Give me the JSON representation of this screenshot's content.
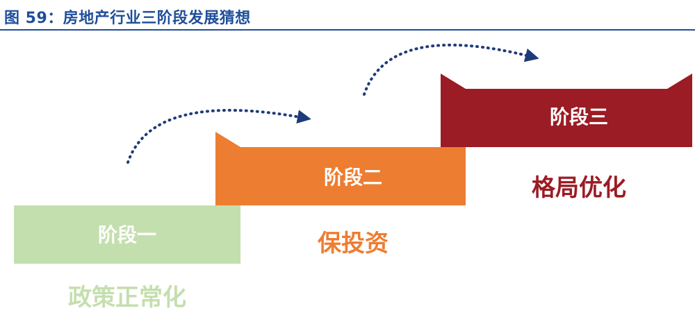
{
  "title": "图 59：房地产行业三阶段发展猜想",
  "stages": [
    {
      "label": "阶段一",
      "caption": "政策正常化",
      "color": "#c4dfae",
      "caption_color": "#c4dfae"
    },
    {
      "label": "阶段二",
      "caption": "保投资",
      "color": "#ed7d31",
      "caption_color": "#ed7d31"
    },
    {
      "label": "阶段三",
      "caption": "格局优化",
      "color": "#9b1c24",
      "caption_color": "#9b1c24"
    }
  ],
  "colors": {
    "title": "#1f4e9a",
    "arrow": "#1f3a7a",
    "stage_text": "#ffffff"
  }
}
